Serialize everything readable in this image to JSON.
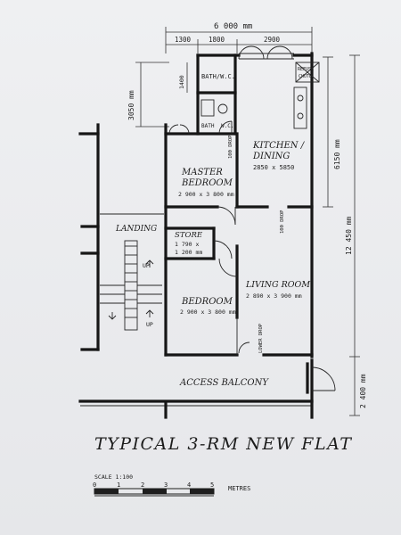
{
  "plan": {
    "overall_width": "6 000 mm",
    "top_dims": [
      "1300",
      "1800",
      "2900"
    ],
    "dim_left_top": "3050 mm",
    "dim_bath": "1400",
    "dim_right_kitchen": "6150 mm",
    "dim_right_total": "12 450 mm",
    "dim_right_balcony": "2 400 mm",
    "rooms": {
      "bath_top": "BATH/W.C.",
      "bath_lower": "BATH",
      "wc_lower": "W.C.",
      "refuse_chute_line1": "REFUSE",
      "refuse_chute_line2": "CHUTE",
      "kitchen_line1": "KITCHEN /",
      "kitchen_line2": "DINING",
      "kitchen_size": "2850 x 5850",
      "master_line1": "MASTER",
      "master_line2": "BEDROOM",
      "master_size": "2 900 x 3 800 mm",
      "landing": "LANDING",
      "store": "STORE",
      "store_size1": "1 790 x",
      "store_size2": "1 200 mm",
      "living": "LIVING ROOM",
      "living_size": "2 890 x 3 900 mm",
      "bedroom": "BEDROOM",
      "bedroom_size": "2 900 x 3 800 mm",
      "balcony": "ACCESS BALCONY",
      "up1": "UP",
      "up2": "UP",
      "lower_drop": "LOWER DROP",
      "drop_kitchen": "100 DROP",
      "drop_living": "100 DROP"
    }
  },
  "title": "TYPICAL 3-RM NEW FLAT",
  "scale": {
    "label": "SCALE 1:100",
    "ticks": [
      "0",
      "1",
      "2",
      "3",
      "4",
      "5"
    ],
    "unit": "METRES"
  }
}
